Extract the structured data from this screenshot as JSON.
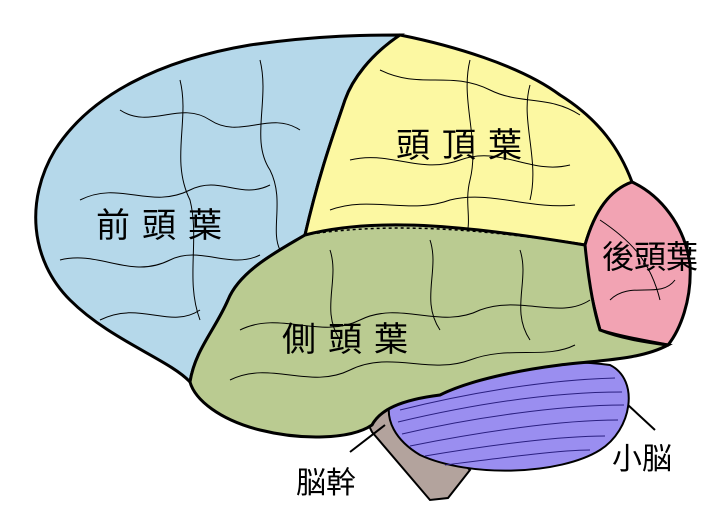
{
  "labels": {
    "frontal": "前頭葉",
    "parietal": "頭頂葉",
    "occipital": "後頭葉",
    "temporal": "側頭葉",
    "cerebellum": "小脳",
    "brainstem": "脳幹"
  },
  "colors": {
    "frontal": "#b5d8ea",
    "parietal": "#fcf8a2",
    "occipital": "#f2a3b3",
    "temporal": "#bacb91",
    "cerebellum": "#9a8ef0",
    "brainstem": "#b3a39d"
  }
}
